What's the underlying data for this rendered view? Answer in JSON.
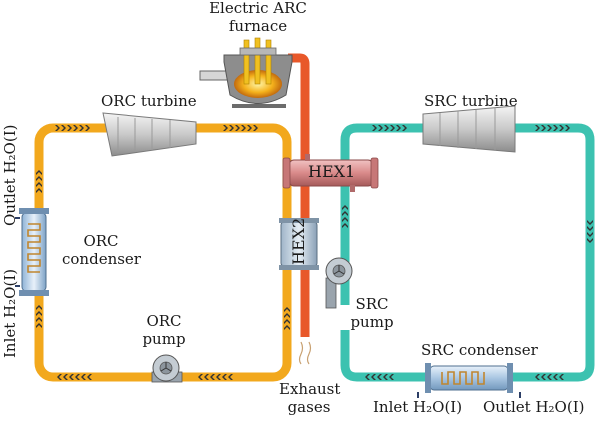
{
  "labels": {
    "furnace": [
      "Electric ARC",
      "furnace"
    ],
    "orc_turbine": "ORC turbine",
    "src_turbine": "SRC turbine",
    "hex1": "HEX1",
    "hex2": "HEX2",
    "orc_condenser": [
      "ORC",
      "condenser"
    ],
    "orc_pump": [
      "ORC",
      "pump"
    ],
    "src_pump": [
      "SRC",
      "pump"
    ],
    "src_condenser": "SRC condenser",
    "exhaust": [
      "Exhaust",
      "gases"
    ],
    "orc_outlet": "Outlet H₂O(I)",
    "orc_inlet": "Inlet H₂O(I)",
    "src_inlet": "Inlet H₂O(I)",
    "src_outlet": "Outlet H₂O(I)"
  },
  "colors": {
    "orc_loop": "#f2a81d",
    "src_loop": "#3cc2b0",
    "exhaust_line": "#e8582a",
    "hex1": "#d98a8a",
    "chevrons": "#333333"
  }
}
